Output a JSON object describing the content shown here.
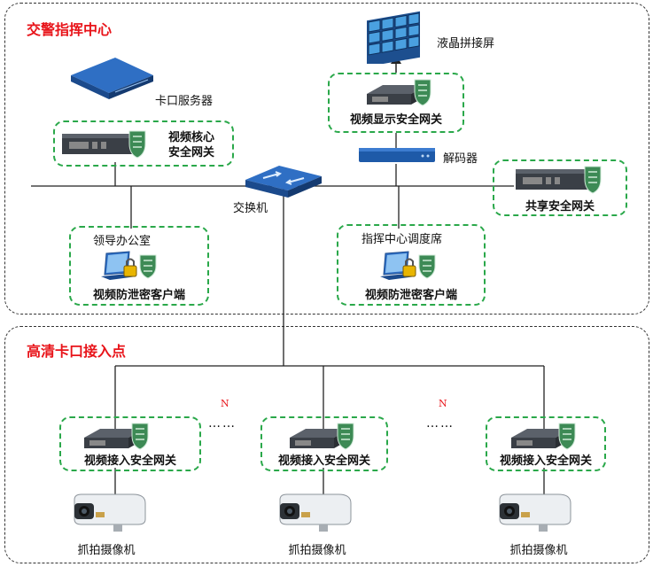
{
  "zones": {
    "command_center": "交警指挥中心",
    "access_point": "高清卡口接入点"
  },
  "nodes": {
    "lcd_wall": "液晶拼接屏",
    "checkpoint_server": "卡口服务器",
    "video_display_gateway": "视频显示安全网关",
    "video_core_gateway_line1": "视频核心",
    "video_core_gateway_line2": "安全网关",
    "decoder": "解码器",
    "switch": "交换机",
    "shared_gateway": "共享安全网关",
    "leader_office": "领导办公室",
    "leader_client": "视频防泄密客户端",
    "dispatch_desk": "指挥中心调度席",
    "dispatch_client": "视频防泄密客户端",
    "access_gateway_1": "视频接入安全网关",
    "access_gateway_2": "视频接入安全网关",
    "access_gateway_3": "视频接入安全网关",
    "camera_1": "抓拍摄像机",
    "camera_2": "抓拍摄像机",
    "camera_3": "抓拍摄像机"
  },
  "marks": {
    "n1": "N",
    "n2": "N",
    "ellipsis1": "……",
    "ellipsis2": "……"
  },
  "icons": [
    "lcd-wall-icon",
    "server-icon",
    "gateway-icon",
    "decoder-icon",
    "switch-icon",
    "laptop-icon",
    "lock-icon",
    "shield-icon",
    "camera-icon"
  ],
  "colors": {
    "zone_title": "#e8141a",
    "green_box": "#2aa84a",
    "device_blue": "#1e5aa8"
  }
}
